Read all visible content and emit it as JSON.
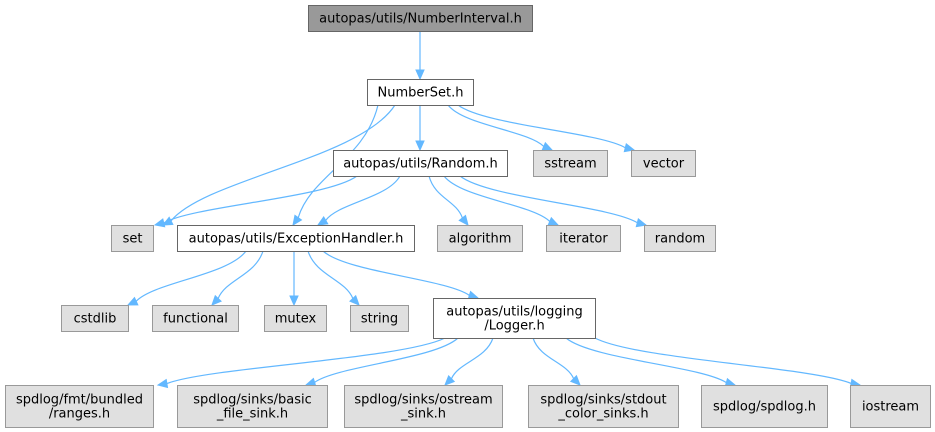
{
  "colors": {
    "root_fill": "#999999",
    "root_stroke": "#666666",
    "local_fill": "#ffffff",
    "local_stroke": "#666666",
    "system_fill": "#e0e0e0",
    "system_stroke": "#999999",
    "edge": "#63b8ff"
  },
  "nodes": [
    {
      "id": "n0",
      "lines": [
        "autopas/utils/NumberInterval.h"
      ],
      "kind": "root"
    },
    {
      "id": "n1",
      "lines": [
        "NumberSet.h"
      ],
      "kind": "local"
    },
    {
      "id": "n2",
      "lines": [
        "autopas/utils/Random.h"
      ],
      "kind": "local"
    },
    {
      "id": "n3",
      "lines": [
        "sstream"
      ],
      "kind": "system"
    },
    {
      "id": "n4",
      "lines": [
        "vector"
      ],
      "kind": "system"
    },
    {
      "id": "n5",
      "lines": [
        "set"
      ],
      "kind": "system"
    },
    {
      "id": "n6",
      "lines": [
        "autopas/utils/ExceptionHandler.h"
      ],
      "kind": "local"
    },
    {
      "id": "n7",
      "lines": [
        "algorithm"
      ],
      "kind": "system"
    },
    {
      "id": "n8",
      "lines": [
        "iterator"
      ],
      "kind": "system"
    },
    {
      "id": "n9",
      "lines": [
        "random"
      ],
      "kind": "system"
    },
    {
      "id": "n10",
      "lines": [
        "cstdlib"
      ],
      "kind": "system"
    },
    {
      "id": "n11",
      "lines": [
        "functional"
      ],
      "kind": "system"
    },
    {
      "id": "n12",
      "lines": [
        "mutex"
      ],
      "kind": "system"
    },
    {
      "id": "n13",
      "lines": [
        "string"
      ],
      "kind": "system"
    },
    {
      "id": "n14",
      "lines": [
        "autopas/utils/logging",
        "/Logger.h"
      ],
      "kind": "local"
    },
    {
      "id": "n15",
      "lines": [
        "spdlog/fmt/bundled",
        "/ranges.h"
      ],
      "kind": "system"
    },
    {
      "id": "n16",
      "lines": [
        "spdlog/sinks/basic",
        "_file_sink.h"
      ],
      "kind": "system"
    },
    {
      "id": "n17",
      "lines": [
        "spdlog/sinks/ostream",
        "_sink.h"
      ],
      "kind": "system"
    },
    {
      "id": "n18",
      "lines": [
        "spdlog/sinks/stdout",
        "_color_sinks.h"
      ],
      "kind": "system"
    },
    {
      "id": "n19",
      "lines": [
        "spdlog/spdlog.h"
      ],
      "kind": "system"
    },
    {
      "id": "n20",
      "lines": [
        "iostream"
      ],
      "kind": "system"
    }
  ],
  "edges": [
    {
      "from": "n0",
      "to": "n1"
    },
    {
      "from": "n1",
      "to": "n2"
    },
    {
      "from": "n1",
      "to": "n3"
    },
    {
      "from": "n1",
      "to": "n4"
    },
    {
      "from": "n1",
      "to": "n5"
    },
    {
      "from": "n1",
      "to": "n6"
    },
    {
      "from": "n2",
      "to": "n5"
    },
    {
      "from": "n2",
      "to": "n6"
    },
    {
      "from": "n2",
      "to": "n7"
    },
    {
      "from": "n2",
      "to": "n8"
    },
    {
      "from": "n2",
      "to": "n9"
    },
    {
      "from": "n6",
      "to": "n10"
    },
    {
      "from": "n6",
      "to": "n11"
    },
    {
      "from": "n6",
      "to": "n12"
    },
    {
      "from": "n6",
      "to": "n13"
    },
    {
      "from": "n6",
      "to": "n14"
    },
    {
      "from": "n14",
      "to": "n15"
    },
    {
      "from": "n14",
      "to": "n16"
    },
    {
      "from": "n14",
      "to": "n17"
    },
    {
      "from": "n14",
      "to": "n18"
    },
    {
      "from": "n14",
      "to": "n19"
    },
    {
      "from": "n14",
      "to": "n20"
    }
  ]
}
